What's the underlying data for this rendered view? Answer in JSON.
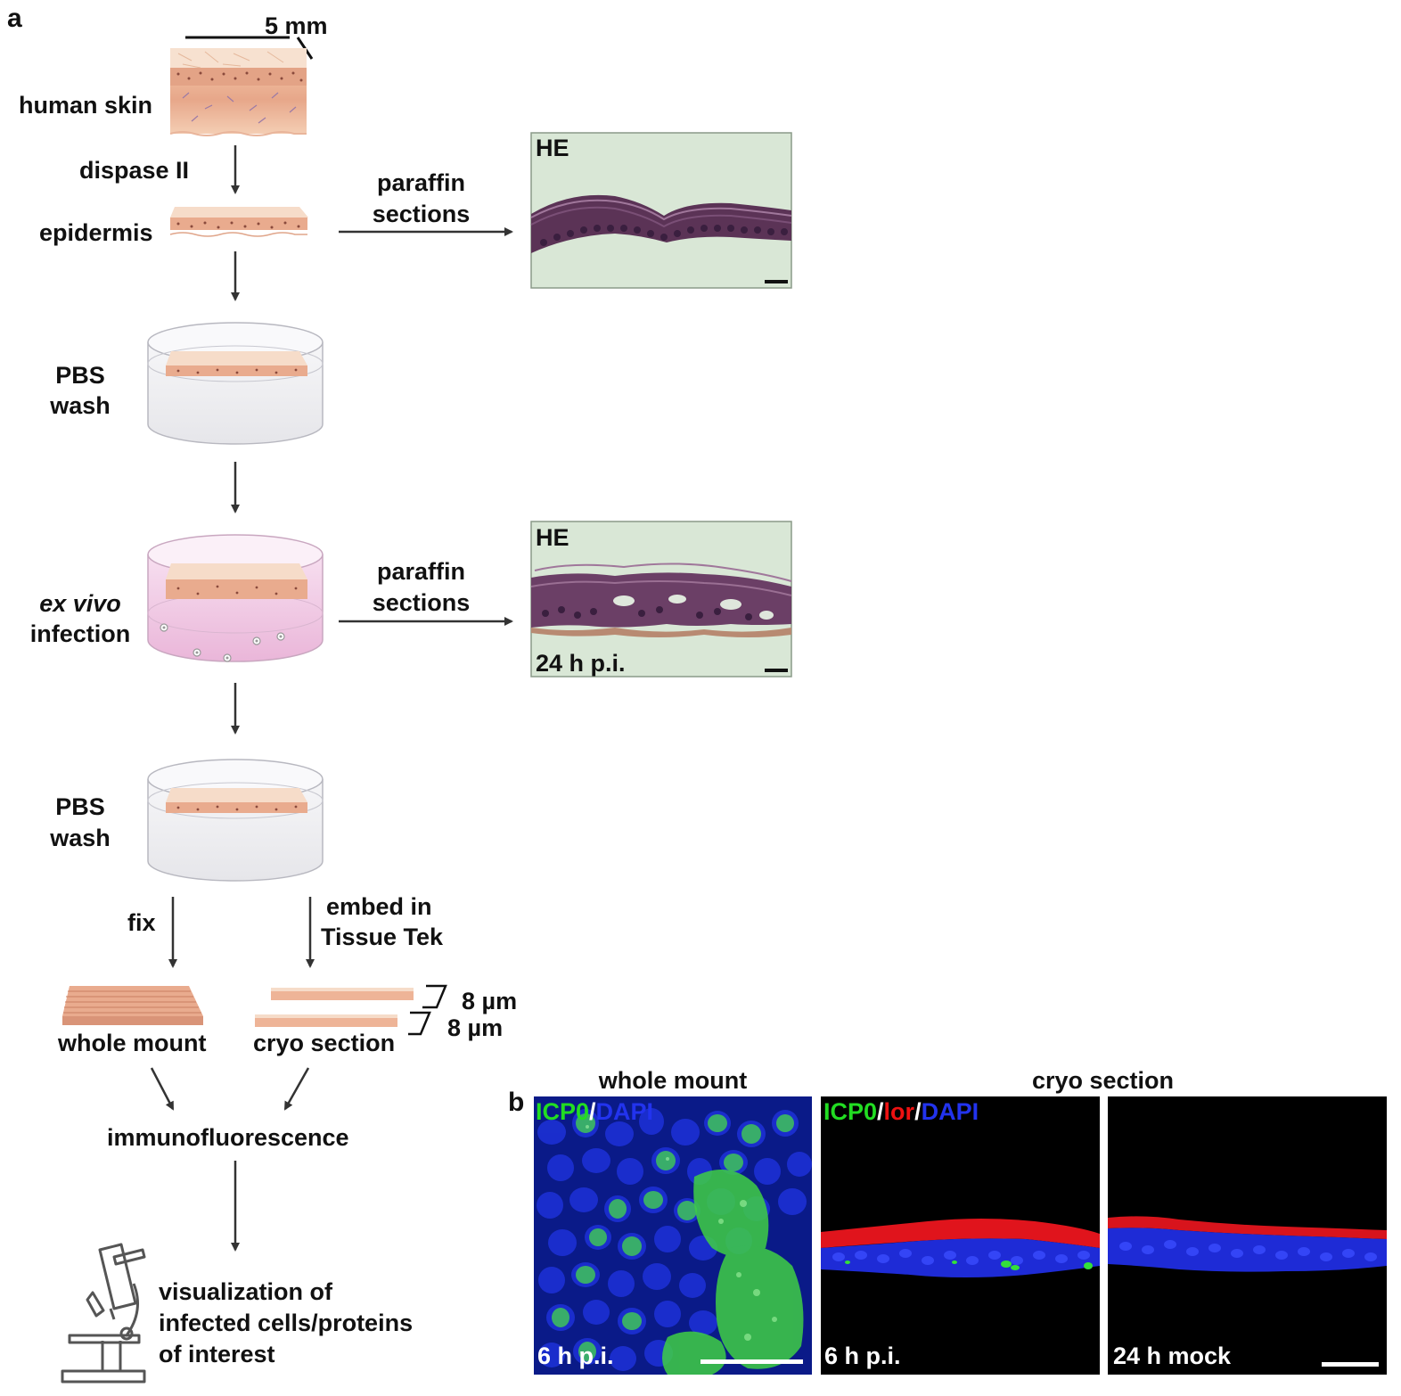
{
  "panel_a": {
    "letter": "a",
    "scale_label": "5 mm",
    "steps": {
      "human_skin": "human skin",
      "dispase": "dispase II",
      "epidermis": "epidermis",
      "pbs_wash_1_line1": "PBS",
      "pbs_wash_1_line2": "wash",
      "ex_vivo": "ex vivo",
      "infection": "infection",
      "pbs_wash_2_line1": "PBS",
      "pbs_wash_2_line2": "wash",
      "fix": "fix",
      "embed_line1": "embed in",
      "embed_line2": "Tissue Tek",
      "whole_mount": "whole mount",
      "cryo_section": "cryo section",
      "thickness_1": "8 µm",
      "thickness_2": "8 µm",
      "immunofluorescence": "immunofluorescence",
      "visualization_line1": "visualization of",
      "visualization_line2": "infected cells/proteins",
      "visualization_line3": "of interest"
    },
    "paraffin_1_line1": "paraffin",
    "paraffin_1_line2": "sections",
    "paraffin_2_line1": "paraffin",
    "paraffin_2_line2": "sections",
    "he_1": {
      "stain": "HE"
    },
    "he_2": {
      "stain": "HE",
      "time": "24 h p.i."
    }
  },
  "panel_b": {
    "letter": "b",
    "header_whole": "whole mount",
    "header_cryo": "cryo section",
    "img1": {
      "stain_1": "ICP0",
      "sep_1": "/",
      "stain_2": "DAPI",
      "time": "6 h p.i."
    },
    "img2": {
      "stain_1": "ICP0",
      "sep_1": "/",
      "stain_2": "lor",
      "sep_2": "/",
      "stain_3": "DAPI",
      "time": "6 h p.i."
    },
    "img3": {
      "time": "24 h mock"
    }
  },
  "colors": {
    "icp0_green": "#22dd22",
    "dapi_blue": "#2233ee",
    "loricrin_red": "#ee1111",
    "he_background": "#d8e6d6",
    "arrow": "#333333"
  }
}
